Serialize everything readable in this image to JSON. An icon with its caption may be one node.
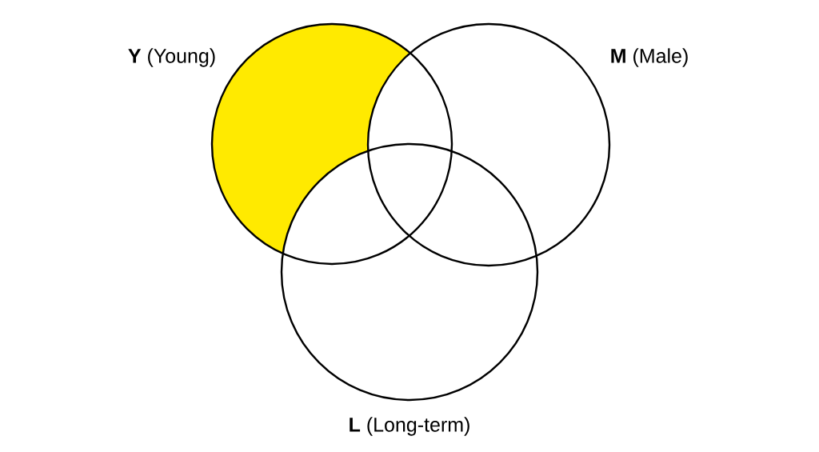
{
  "diagram": {
    "nodes": [
      {
        "text": [
          "**Y** (Young)"
        ]
      },
      {
        "text": [
          "**M** (Male)"
        ]
      },
      {
        "text": [
          "**L** (Long-term)"
        ]
      }
    ]
  }
}
